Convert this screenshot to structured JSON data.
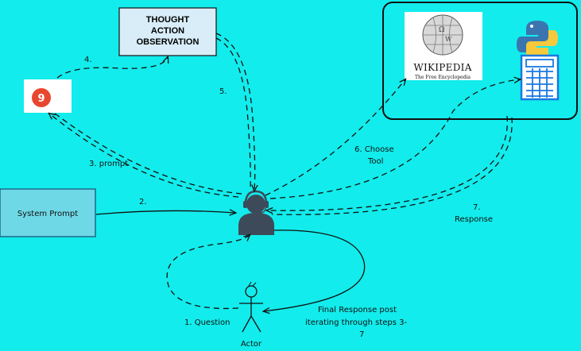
{
  "thought_box": {
    "lines": [
      "THOUGHT",
      "ACTION",
      "OBSERVATION"
    ]
  },
  "system_prompt": {
    "label": "System Prompt"
  },
  "llm_logo": {
    "glyph": "9",
    "color": "#e8472f"
  },
  "tools": {
    "wikipedia": {
      "name": "WIKIPEDIA",
      "tagline": "The Free Encyclopedia"
    },
    "python_icon": "python-logo-icon",
    "calculator_icon": "calculator-icon"
  },
  "agent_icon": "agent-headset-icon",
  "actor": {
    "label": "Actor"
  },
  "steps": {
    "s1": "1. Question",
    "s2": "2.",
    "s3": "3. prompt",
    "s4": "4.",
    "s5": "5.",
    "s6_line1": "6. Choose",
    "s6_line2": "Tool",
    "s7_line1": "7.",
    "s7_line2": "Response",
    "final_line1": "Final Response post",
    "final_line2": "iterating through steps 3-",
    "final_line3": "7"
  },
  "colors": {
    "background": "#12ecec",
    "system_prompt_fill": "#6fd8e6",
    "thought_box_fill": "#d8edf8",
    "agent": "#3d4a5a",
    "calculator": "#1a78e0"
  }
}
